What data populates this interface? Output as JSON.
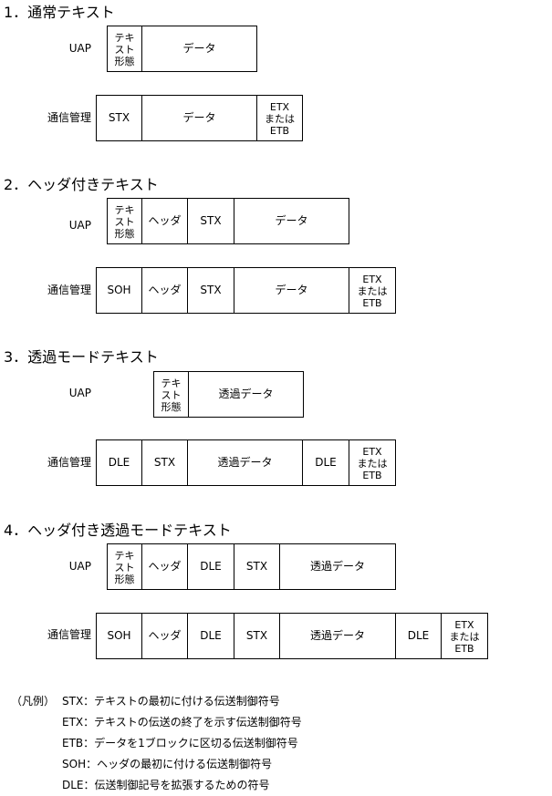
{
  "diagrams": [
    {
      "title": "1．通常テキスト",
      "uap_label": "UAP",
      "comm_label": "通信管理",
      "uap_cells": [
        "テキ\nスト\n形態",
        "データ"
      ],
      "comm_cells": [
        "STX",
        "データ",
        "ETX\nまたは\nETB"
      ]
    },
    {
      "title": "2．ヘッダ付きテキスト",
      "uap_label": "UAP",
      "comm_label": "通信管理",
      "uap_cells": [
        "テキ\nスト\n形態",
        "ヘッダ",
        "STX",
        "データ"
      ],
      "comm_cells": [
        "SOH",
        "ヘッダ",
        "STX",
        "データ",
        "ETX\nまたは\nETB"
      ]
    },
    {
      "title": "3．透過モードテキスト",
      "uap_label": "UAP",
      "comm_label": "通信管理",
      "uap_cells": [
        "テキ\nスト\n形態",
        "透過データ"
      ],
      "comm_cells": [
        "DLE",
        "STX",
        "透過データ",
        "DLE",
        "ETX\nまたは\nETB"
      ]
    },
    {
      "title": "4．ヘッダ付き透過モードテキスト",
      "uap_label": "UAP",
      "comm_label": "通信管理",
      "uap_cells": [
        "テキ\nスト\n形態",
        "ヘッダ",
        "DLE",
        "STX",
        "透過データ"
      ],
      "comm_cells": [
        "SOH",
        "ヘッダ",
        "DLE",
        "STX",
        "透過データ",
        "DLE",
        "ETX\nまたは\nETB"
      ]
    }
  ],
  "legend": {
    "heading": "（凡例）",
    "items": [
      "STX：テキストの最初に付ける伝送制御符号",
      "ETX：テキストの伝送の終了を示す伝送制御符号",
      "ETB：データを1ブロックに区切る伝送制御符号",
      "SOH：ヘッダの最初に付ける伝送制御符号",
      "DLE：伝送制御記号を拡張するための符号"
    ]
  }
}
